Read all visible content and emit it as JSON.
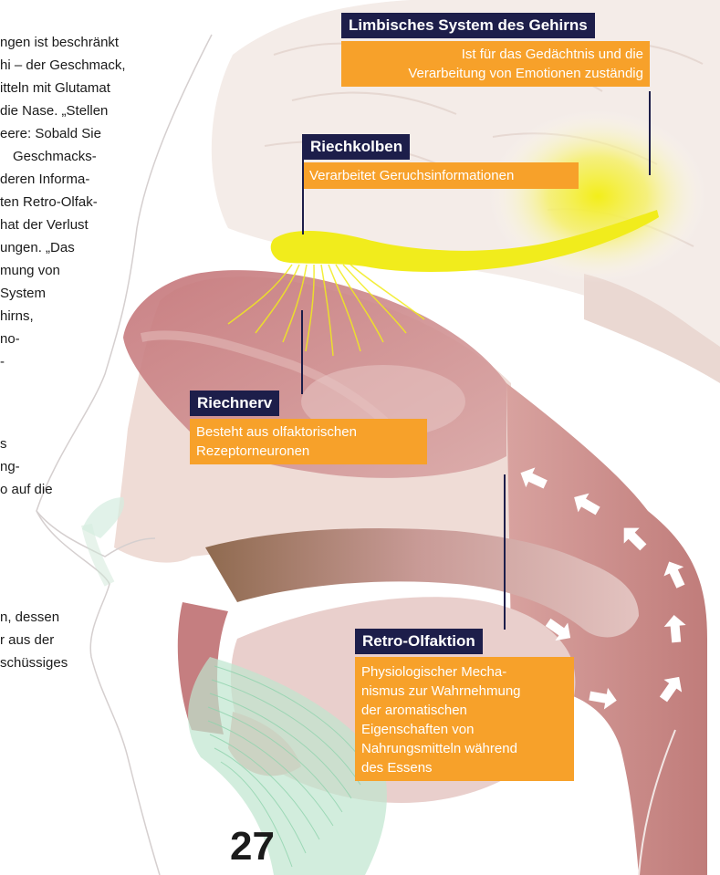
{
  "body_text": [
    "ngen ist beschränkt",
    "hi – der Geschmack,",
    "itteln mit Glutamat",
    "die Nase. „Stellen",
    "eere: Sobald Sie",
    "Geschmacks-",
    "deren Informa-",
    "ten Retro-Olfak-",
    "hat der Verlust",
    "ungen. „Das",
    "mung von",
    "System",
    "hirns,",
    "no-",
    "-",
    "s",
    "ng-",
    "o auf die",
    "n, dessen",
    "r aus der",
    "schüssiges"
  ],
  "labels": {
    "limbic": {
      "title": "Limbisches System des Gehirns",
      "lines": [
        "Ist für das Gedächtnis und die",
        "Verarbeitung von Emotionen zuständig"
      ]
    },
    "bulb": {
      "title": "Riechkolben",
      "lines": [
        "Verarbeitet Geruchsinformationen"
      ]
    },
    "nerve": {
      "title": "Riechnerv",
      "lines": [
        "Besteht aus olfaktorischen",
        "Rezeptorneuronen"
      ]
    },
    "retro": {
      "title": "Retro-Olfaktion",
      "lines": [
        "Physiologischer Mecha-",
        "nismus zur Wahrnehmung",
        "der aromatischen",
        "Eigenschaften von",
        "Nahrungsmitteln während",
        "des Essens"
      ]
    }
  },
  "page_number": "27",
  "colors": {
    "label_title_bg": "#1d1e4a",
    "label_box_bg": "#f7a12a",
    "olfactory_yellow": "#f1ec1c",
    "tissue_pink": "#c98584",
    "tissue_light": "#efdcd6",
    "nasal_wall": "#b05c60",
    "tongue_green": "#8fd3ad"
  },
  "icons": [
    "airflow-arrow-icon"
  ]
}
